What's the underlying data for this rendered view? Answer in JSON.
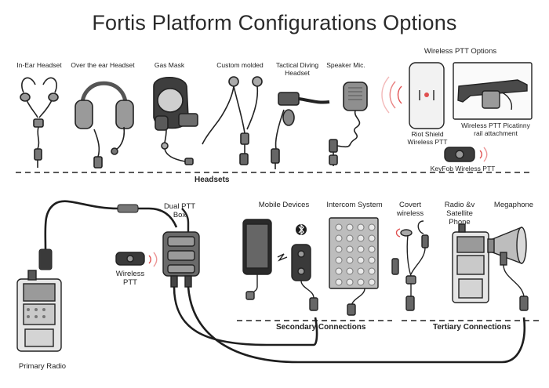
{
  "title": "Fortis Platform Configurations Options",
  "headsets": {
    "section_label": "Headsets",
    "items": [
      "In-Ear Headset",
      "Over the ear Headset",
      "Gas Mask",
      "Custom molded",
      "Tactical Diving Headset",
      "Speaker Mic."
    ]
  },
  "wireless_ptt": {
    "section_label": "Wireless PTT Options",
    "riot_shield": "Riot Shield Wireless PTT",
    "picatinny": "Wireless PTT Picatinny rail attachment",
    "keyfob": "KeyFob Wireless PTT"
  },
  "hub": {
    "dual_ptt_box": "Dual PTT Box",
    "wireless_ptt": "Wireless PTT",
    "primary_radio": "Primary Radio"
  },
  "secondary": {
    "section_label": "Secondary Connections",
    "mobile_devices": "Mobile Devices",
    "intercom": "Intercom System"
  },
  "tertiary": {
    "section_label": "Tertiary Connections",
    "covert_wireless": "Covert wireless",
    "radio_satellite": "Radio &v Satellite Phone",
    "megaphone": "Megaphone"
  },
  "colors": {
    "cable": "#1e1e1e",
    "device_grey": "#8f8f8f",
    "device_light": "#d9d9d9",
    "wireless_signal": "#e05050",
    "dashed_line": "#222222"
  }
}
